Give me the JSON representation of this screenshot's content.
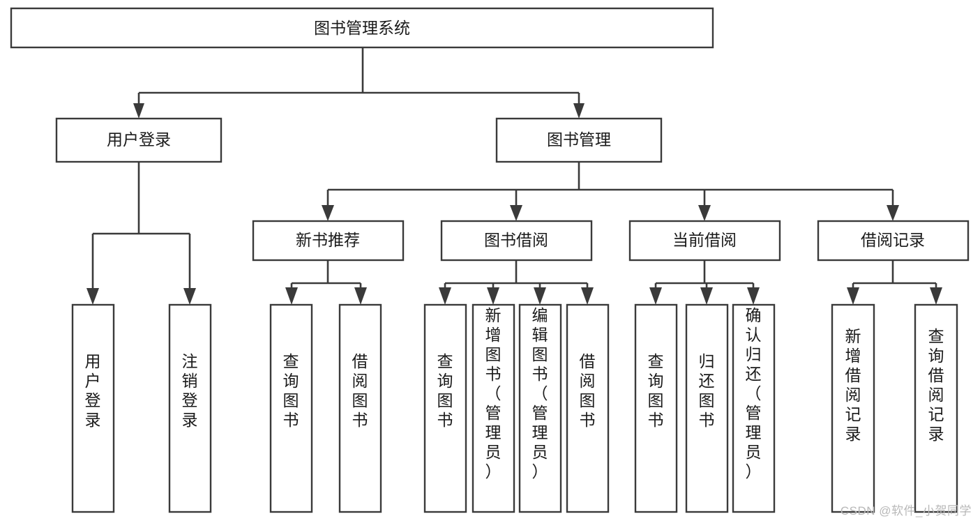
{
  "diagram": {
    "type": "tree-hierarchy",
    "title": "图书管理系统",
    "orientation": "top-down",
    "colors": {
      "box_stroke": "#3a3a3a",
      "box_fill": "#ffffff",
      "connector": "#3a3a3a",
      "text": "#1a1a1a",
      "watermark": "#b8b8b8",
      "background": "#ffffff"
    },
    "root": {
      "label": "图书管理系统"
    },
    "level2": [
      {
        "label": "用户登录"
      },
      {
        "label": "图书管理"
      }
    ],
    "level3": [
      {
        "label": "新书推荐"
      },
      {
        "label": "图书借阅"
      },
      {
        "label": "当前借阅"
      },
      {
        "label": "借阅记录"
      }
    ],
    "leaves_user_login": [
      {
        "label": "用户登录"
      },
      {
        "label": "注销登录"
      }
    ],
    "leaves_new_book": [
      {
        "label": "查询图书"
      },
      {
        "label": "借阅图书"
      }
    ],
    "leaves_borrow": [
      {
        "label": "查询图书"
      },
      {
        "label": "新增图书（管理员）"
      },
      {
        "label": "编辑图书（管理员）"
      },
      {
        "label": "借阅图书"
      }
    ],
    "leaves_current": [
      {
        "label": "查询图书"
      },
      {
        "label": "归还图书"
      },
      {
        "label": "确认归还（管理员）"
      }
    ],
    "leaves_records": [
      {
        "label": "新增借阅记录"
      },
      {
        "label": "查询借阅记录"
      }
    ]
  },
  "watermark": {
    "text": "CSDN @软件_小贺同学"
  }
}
